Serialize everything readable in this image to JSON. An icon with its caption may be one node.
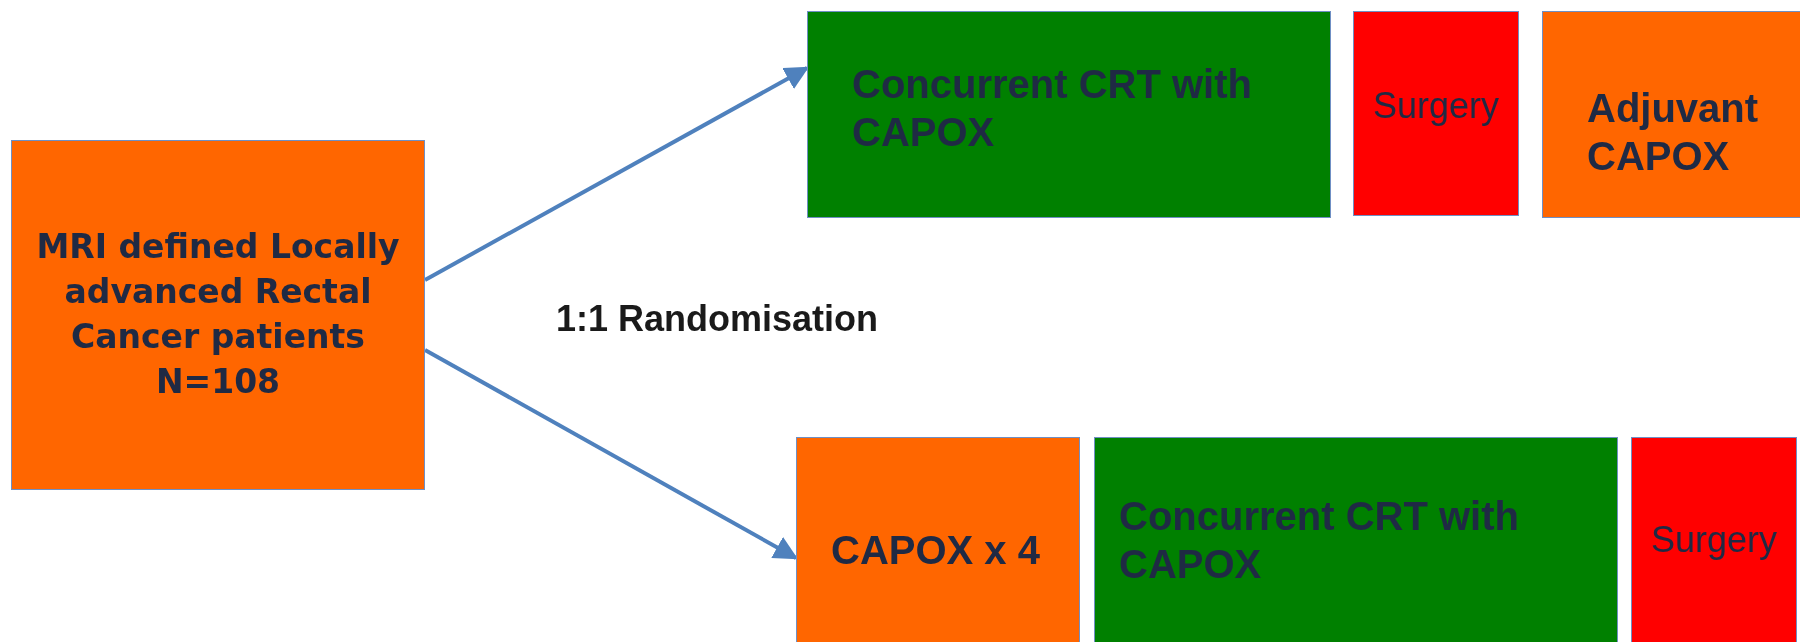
{
  "diagram": {
    "nodes": [
      {
        "text": [
          "MRI defined Locally advanced Rectal Cancer patients N=108"
        ]
      },
      {
        "text": [
          "Concurrent CRT with CAPOX"
        ]
      },
      {
        "text": [
          "Surgery"
        ]
      },
      {
        "text": [
          "Adjuvant CAPOX"
        ]
      },
      {
        "text": [
          "CAPOX x 4"
        ]
      },
      {
        "text": [
          "Concurrent CRT with CAPOX"
        ]
      },
      {
        "text": [
          "Surgery"
        ]
      }
    ],
    "edges": [
      {
        "from": 0,
        "to": 1,
        "arrow": "to"
      },
      {
        "from": 0,
        "to": 4,
        "arrow": "to"
      }
    ],
    "labels": [
      "1:1 Randomisation"
    ]
  }
}
